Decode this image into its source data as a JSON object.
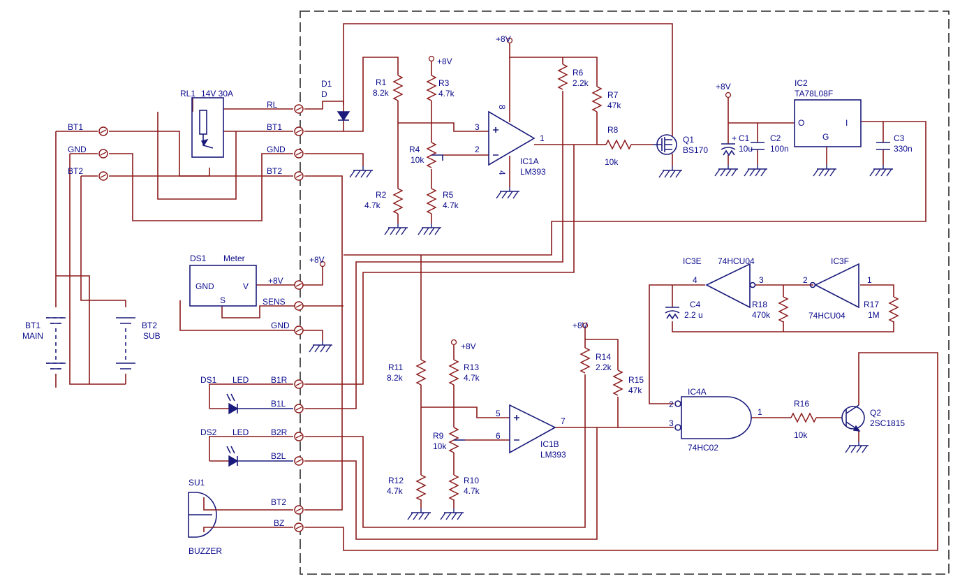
{
  "components": {
    "RL1": {
      "ref": "RL1",
      "value": "14V 30A"
    },
    "D1": {
      "ref": "D1",
      "value": "D"
    },
    "R1": {
      "ref": "R1",
      "value": "8.2k"
    },
    "R2": {
      "ref": "R2",
      "value": "4.7k"
    },
    "R3": {
      "ref": "R3",
      "value": "4.7k"
    },
    "R4": {
      "ref": "R4",
      "value": "10k"
    },
    "R5": {
      "ref": "R5",
      "value": "4.7k"
    },
    "R6": {
      "ref": "R6",
      "value": "2.2k"
    },
    "R7": {
      "ref": "R7",
      "value": "47k"
    },
    "R8": {
      "ref": "R8",
      "value": "10k"
    },
    "R9": {
      "ref": "R9",
      "value": "10k"
    },
    "R10": {
      "ref": "R10",
      "value": "4.7k"
    },
    "R11": {
      "ref": "R11",
      "value": "8.2k"
    },
    "R12": {
      "ref": "R12",
      "value": "4.7k"
    },
    "R13": {
      "ref": "R13",
      "value": "4.7k"
    },
    "R14": {
      "ref": "R14",
      "value": "2.2k"
    },
    "R15": {
      "ref": "R15",
      "value": "47k"
    },
    "R16": {
      "ref": "R16",
      "value": "10k"
    },
    "R17": {
      "ref": "R17",
      "value": "1M"
    },
    "R18": {
      "ref": "R18",
      "value": "470k"
    },
    "IC1A": {
      "ref": "IC1A",
      "value": "LM393"
    },
    "IC1B": {
      "ref": "IC1B",
      "value": "LM393"
    },
    "IC2": {
      "ref": "IC2",
      "value": "TA78L08F",
      "pin_o": "O",
      "pin_g": "G",
      "pin_i": "I"
    },
    "IC3E": {
      "ref": "IC3E",
      "value": "74HCU04"
    },
    "IC3F": {
      "ref": "IC3F",
      "value": "74HCU04"
    },
    "IC4A": {
      "ref": "IC4A",
      "value": "74HC02"
    },
    "Q1": {
      "ref": "Q1",
      "value": "BS170"
    },
    "Q2": {
      "ref": "Q2",
      "value": "2SC1815"
    },
    "C1": {
      "ref": "C1",
      "value": "10u",
      "plus": "+"
    },
    "C2": {
      "ref": "C2",
      "value": "100n"
    },
    "C3": {
      "ref": "C3",
      "value": "330n"
    },
    "C4": {
      "ref": "C4",
      "value": "2.2 u"
    },
    "DS1_meter": {
      "ref": "DS1",
      "value": "Meter",
      "pin_gnd": "GND",
      "pin_v": "V",
      "pin_s": "S"
    },
    "DS1_led": {
      "ref": "DS1",
      "value": "LED"
    },
    "DS2_led": {
      "ref": "DS2",
      "value": "LED"
    },
    "SU1": {
      "ref": "SU1",
      "value": "BUZZER"
    },
    "BT1_batt": {
      "ref": "BT1",
      "value": "MAIN"
    },
    "BT2_batt": {
      "ref": "BT2",
      "value": "SUB"
    }
  },
  "pins": {
    "IC1A": {
      "in_plus": "3",
      "in_minus": "2",
      "out": "1",
      "vcc": "8",
      "gnd": "4"
    },
    "IC1B": {
      "in_plus": "5",
      "in_minus": "6",
      "out": "7"
    },
    "IC3E": {
      "in": "3",
      "out": "4"
    },
    "IC3F": {
      "in": "1",
      "out": "2"
    },
    "IC4A": {
      "in_a": "2",
      "in_b": "3",
      "out": "1"
    }
  },
  "connectors": {
    "left": [
      "BT1",
      "GND",
      "BT2"
    ],
    "right_top": [
      "RL",
      "BT1",
      "GND",
      "BT2"
    ],
    "meter": [
      "+8V",
      "SENS",
      "GND"
    ],
    "led_buzzer": [
      "B1R",
      "B1L",
      "B2R",
      "B2L",
      "BT2",
      "BZ"
    ]
  },
  "supply": "+8V",
  "colors": {
    "wire": "#8b1a1a",
    "part": "#1a1a7c",
    "text": "#0a0a8c",
    "frame": "#2a2a2a"
  }
}
